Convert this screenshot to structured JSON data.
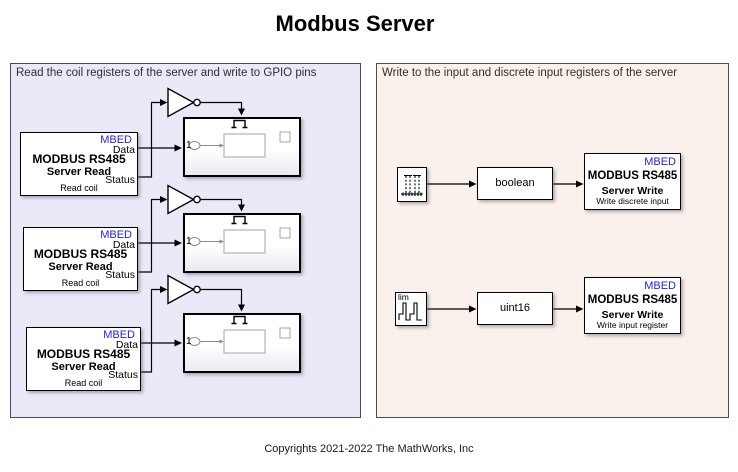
{
  "header": {
    "title": "Modbus Server"
  },
  "footer": {
    "copyright": "Copyrights 2021-2022 The MathWorks, Inc"
  },
  "left_panel": {
    "caption": "Read the coil registers of the server and write to GPIO pins",
    "read_blocks": [
      {
        "tag": "MBED",
        "title": "MODBUS RS485",
        "subtitle": "Server Read",
        "out_port_1": "Data",
        "out_port_2": "Status",
        "footer": "Read coil"
      },
      {
        "tag": "MBED",
        "title": "MODBUS RS485",
        "subtitle": "Server Read",
        "out_port_1": "Data",
        "out_port_2": "Status",
        "footer": "Read coil"
      },
      {
        "tag": "MBED",
        "title": "MODBUS RS485",
        "subtitle": "Server Read",
        "out_port_1": "Data",
        "out_port_2": "Status",
        "footer": "Read coil"
      }
    ],
    "subsystems": [
      {
        "inport_number": "1"
      },
      {
        "inport_number": "1"
      },
      {
        "inport_number": "1"
      }
    ]
  },
  "right_panel": {
    "caption": "Write to the input and discrete input registers of the server",
    "rows": [
      {
        "source_label": "",
        "converter_label": "boolean",
        "write_block": {
          "tag": "MBED",
          "title": "MODBUS RS485",
          "subtitle": "Server Write",
          "footer": "Write discrete input"
        }
      },
      {
        "source_label": "lim",
        "converter_label": "uint16",
        "write_block": {
          "tag": "MBED",
          "title": "MODBUS RS485",
          "subtitle": "Server Write",
          "footer": "Write input register"
        }
      }
    ]
  },
  "colors": {
    "left_panel_bg": "#e9e9f8",
    "left_panel_border": "#47476b",
    "right_panel_bg": "#fbf1ec",
    "right_panel_border": "#5c4a42",
    "mbed_label": "#2424cc",
    "block_border": "#000000",
    "wire": "#000000"
  },
  "icons": {
    "not_gate": "not-gate-icon",
    "subsystem_trigger": "trigger-pulse-icon",
    "row_1_source": "pulse-train-icon",
    "row_2_source": "stair-sequence-icon"
  }
}
